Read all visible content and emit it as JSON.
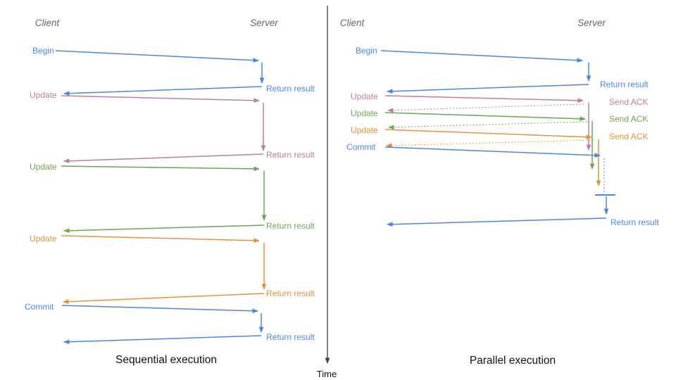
{
  "colors": {
    "blue": "#4a86e8",
    "pink": "#c27ba0",
    "green": "#6aa84f",
    "orange": "#e69138",
    "axis": "#404040",
    "header_gray": "#666666"
  },
  "time_axis": {
    "label": "Time"
  },
  "sequential": {
    "caption": "Sequential execution",
    "client": "Client",
    "server": "Server",
    "rows": [
      {
        "request": "Begin",
        "response": "Return result"
      },
      {
        "request": "Update",
        "response": "Return result"
      },
      {
        "request": "Update",
        "response": "Return result"
      },
      {
        "request": "Update",
        "response": "Return result"
      },
      {
        "request": "Commit",
        "response": "Return result"
      }
    ]
  },
  "parallel": {
    "caption": "Parallel execution",
    "client": "Client",
    "server": "Server",
    "rows": [
      {
        "request": "Begin",
        "response": "Return result"
      },
      {
        "request": "Update",
        "response": "Send ACK"
      },
      {
        "request": "Update",
        "response": "Send ACK"
      },
      {
        "request": "Update",
        "response": "Send ACK"
      },
      {
        "request": "Commit",
        "response": "Return result"
      }
    ]
  }
}
